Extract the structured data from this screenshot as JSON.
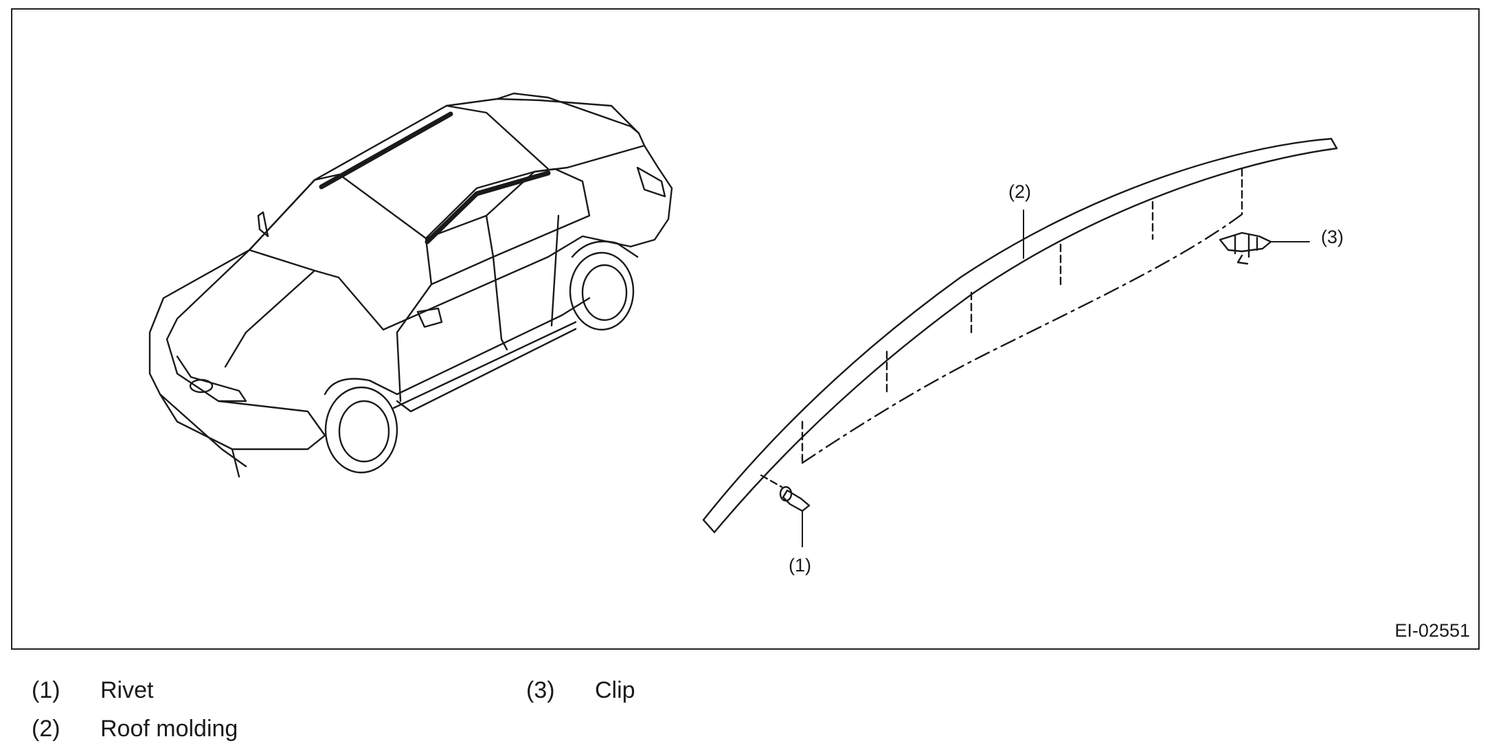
{
  "figure": {
    "id": "EI-02551",
    "callouts": {
      "rivet": "(1)",
      "roof_molding": "(2)",
      "clip": "(3)"
    }
  },
  "legend": [
    {
      "num": "(1)",
      "label": "Rivet"
    },
    {
      "num": "(2)",
      "label": "Roof molding"
    },
    {
      "num": "(3)",
      "label": "Clip"
    }
  ]
}
